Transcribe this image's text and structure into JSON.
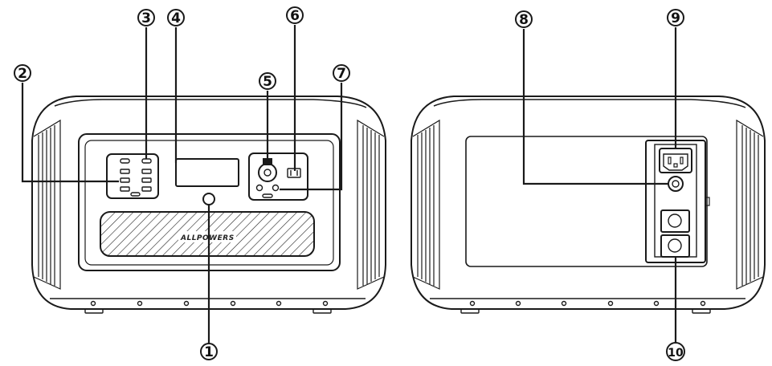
{
  "front_view": {
    "brand_label": "ALLPOWERS",
    "callouts": [
      "1",
      "2",
      "3",
      "4",
      "5",
      "6",
      "7"
    ]
  },
  "back_view": {
    "callouts": [
      "8",
      "9",
      "10"
    ]
  },
  "colors": {
    "line": "#1a1a1a",
    "background": "#ffffff"
  }
}
